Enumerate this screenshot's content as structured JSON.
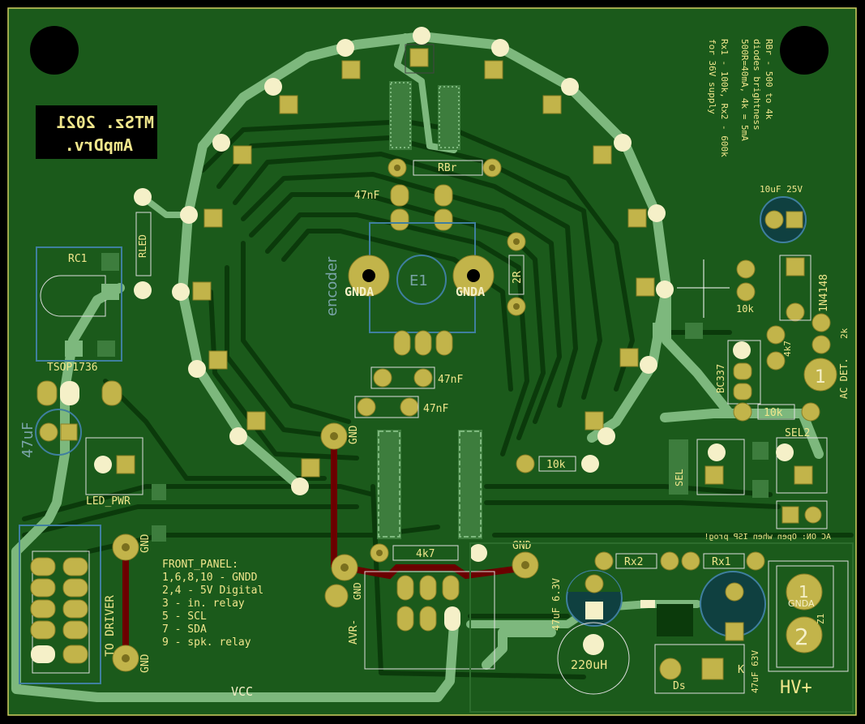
{
  "board": {
    "colors": {
      "background": "#000000",
      "copper_fill": "#1b5a1b",
      "track_dark": "#0b3a0b",
      "track_front": "#7db87d",
      "pad": "#c2b44a",
      "silk": "#f0e68c",
      "fab": "#7aa4a8",
      "back_track": "#6b0000",
      "via_blue": "#2040c0"
    }
  },
  "labels": {
    "title_line1": "MTSz. 2021",
    "title_line2": "AmpDrv.",
    "note_l1": "RBr - 500 to 4k",
    "note_l2": "diodes brightness",
    "note_l3": "500R=40mA, 4k = 5mA",
    "note_l4": "Rx1 - 100k, Rx2 - 600k",
    "note_l5": "for 36V supply",
    "rbr": "RBr",
    "c47n_top": "47nF",
    "c47n_mid": "47nF",
    "c47n_low": "47nF",
    "encoder": "encoder",
    "e1": "E1",
    "gnda_l": "GNDA",
    "gnda_r": "GNDA",
    "r2r": "2R",
    "rc1": "RC1",
    "rled": "RLED",
    "tsop": "TSOP1736",
    "c47u": "47uF",
    "led_pwr": "LED_PWR",
    "gnd_a": "GND",
    "gnd_b": "GND",
    "gnd_c": "GND",
    "gnd_d": "GND",
    "gnd_e": "GND",
    "to_driver": "TO DRIVER",
    "fp_title": "FRONT_PANEL:",
    "fp1": "1,6,8,10 - GNDD",
    "fp2": "2,4 - 5V Digital",
    "fp3": "3 - in. relay",
    "fp4": "5 - SCL",
    "fp5": "7 - SDA",
    "fp6": "9 - spk. relay",
    "vcc": "VCC",
    "avr": "AVR-",
    "r4k7": "4k7",
    "r10k_a": "10k",
    "r10k_b": "10k",
    "r10k_c": "10k",
    "r4k7_v": "4k7",
    "c10u": "10uF 25V",
    "d1n": "1N4148",
    "bc337": "BC337",
    "acdet": "AC DET.",
    "r2k": "2k",
    "sel": "SEL",
    "sel2": "SEL2",
    "ac_on": "AC ON: Open when ISP prog!",
    "rx2": "Rx2",
    "rx1": "Rx1",
    "c47u63": "47uF 6.3V",
    "l220": "220uH",
    "c47u63b": "47uF 63V",
    "ds": "Ds",
    "k": "K",
    "hv": "HV+",
    "pin1": "1",
    "pin2": "2",
    "gnda_conn": "GNDA",
    "z1": "Z1",
    "acdet_pin": "1"
  }
}
